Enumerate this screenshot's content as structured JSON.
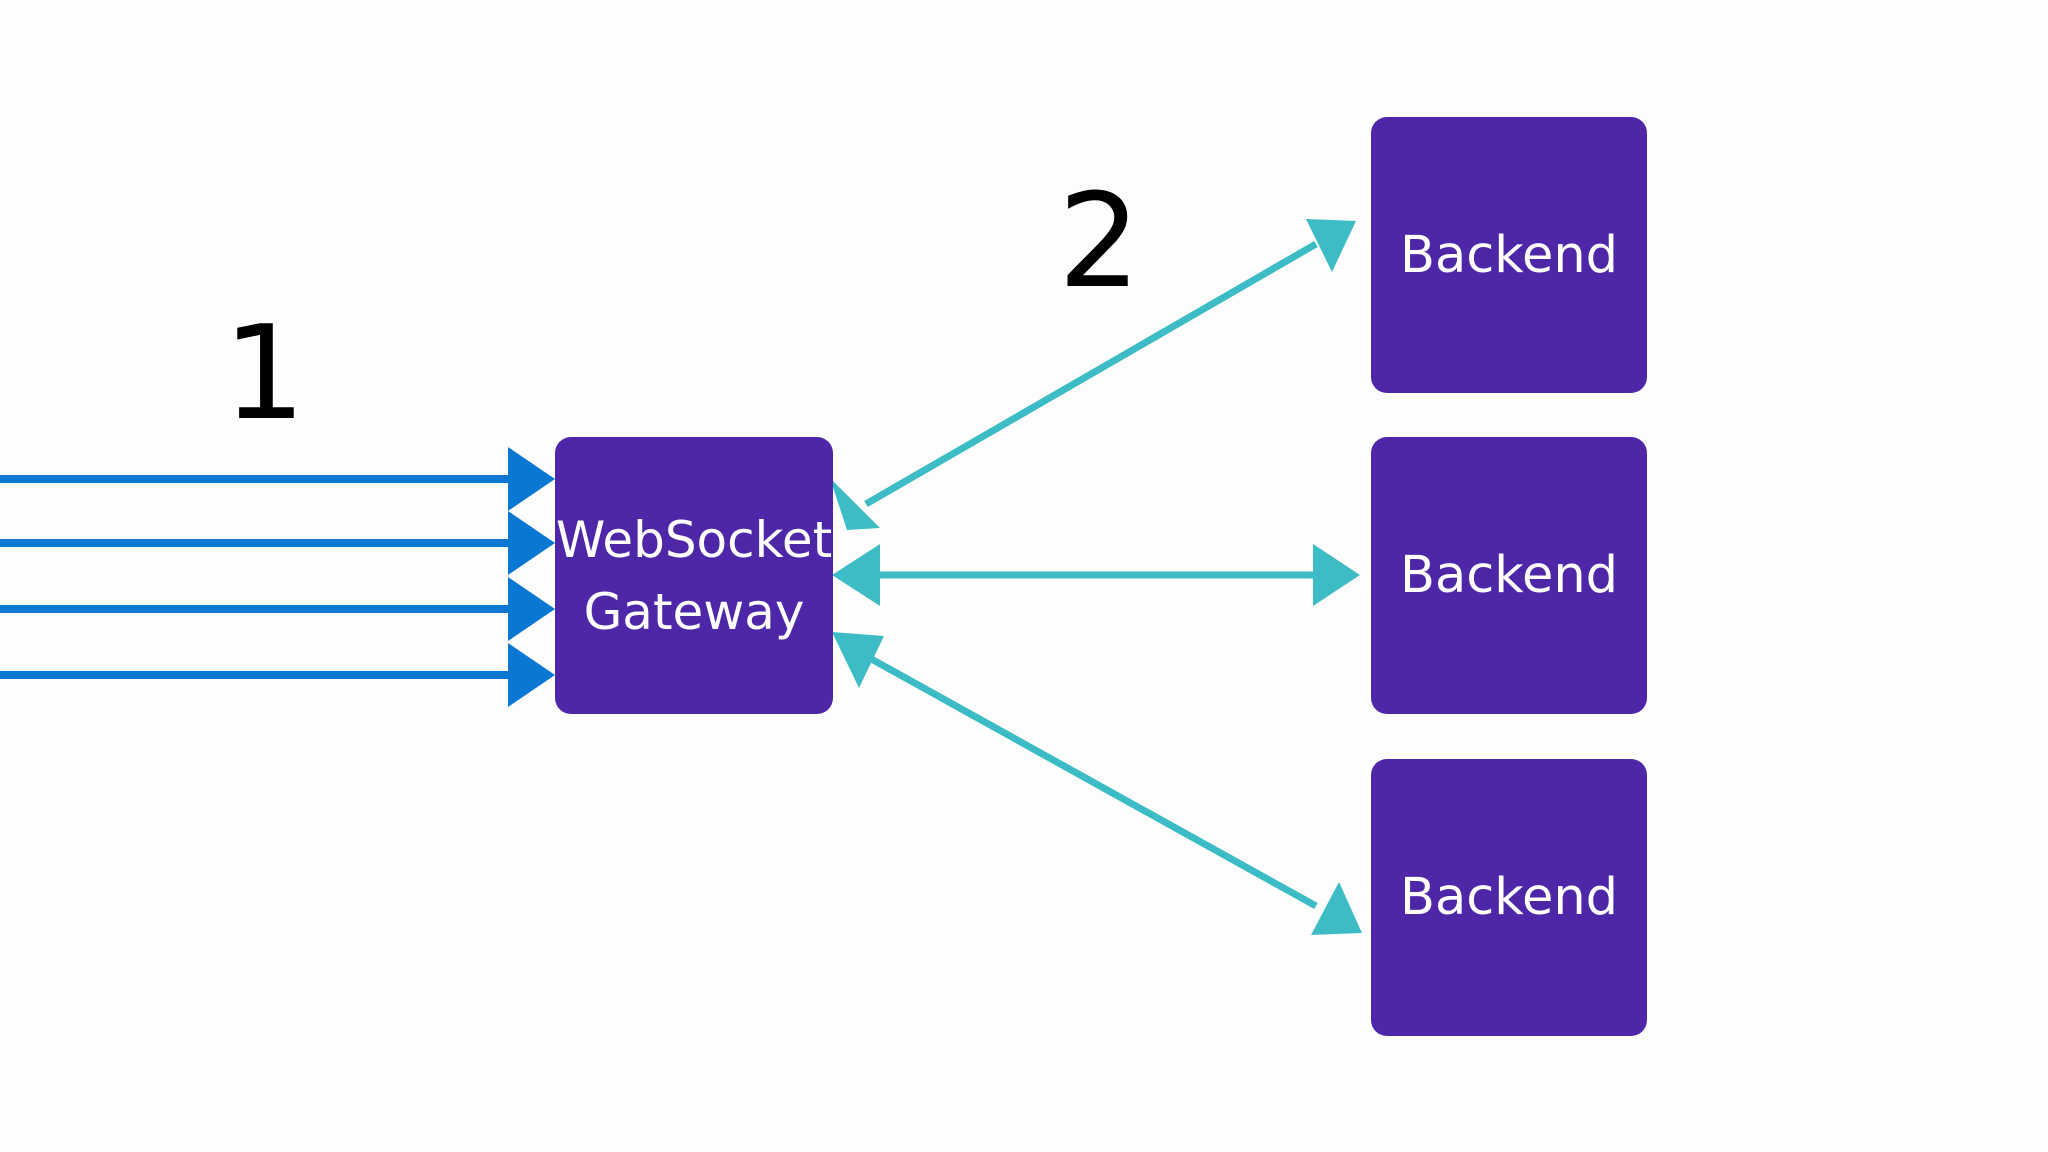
{
  "colors": {
    "background": "#fdfdfd",
    "node_fill": "#4e27a8",
    "node_text": "#ffffff",
    "client_arrow": "#0a78d2",
    "backend_arrow": "#3dbcc6",
    "label_text": "#000000"
  },
  "labels": {
    "step_1": "1",
    "step_2": "2"
  },
  "gateway": {
    "line_1": "WebSocket",
    "line_2": "Gateway"
  },
  "backends": [
    {
      "label": "Backend"
    },
    {
      "label": "Backend"
    },
    {
      "label": "Backend"
    }
  ],
  "client_connections": [
    {
      "direction": "to-gateway"
    },
    {
      "direction": "to-gateway"
    },
    {
      "direction": "to-gateway"
    },
    {
      "direction": "to-gateway"
    }
  ],
  "backend_connections": [
    {
      "target": "backend-1",
      "direction": "bidirectional"
    },
    {
      "target": "backend-2",
      "direction": "bidirectional"
    },
    {
      "target": "backend-3",
      "direction": "bidirectional"
    }
  ]
}
